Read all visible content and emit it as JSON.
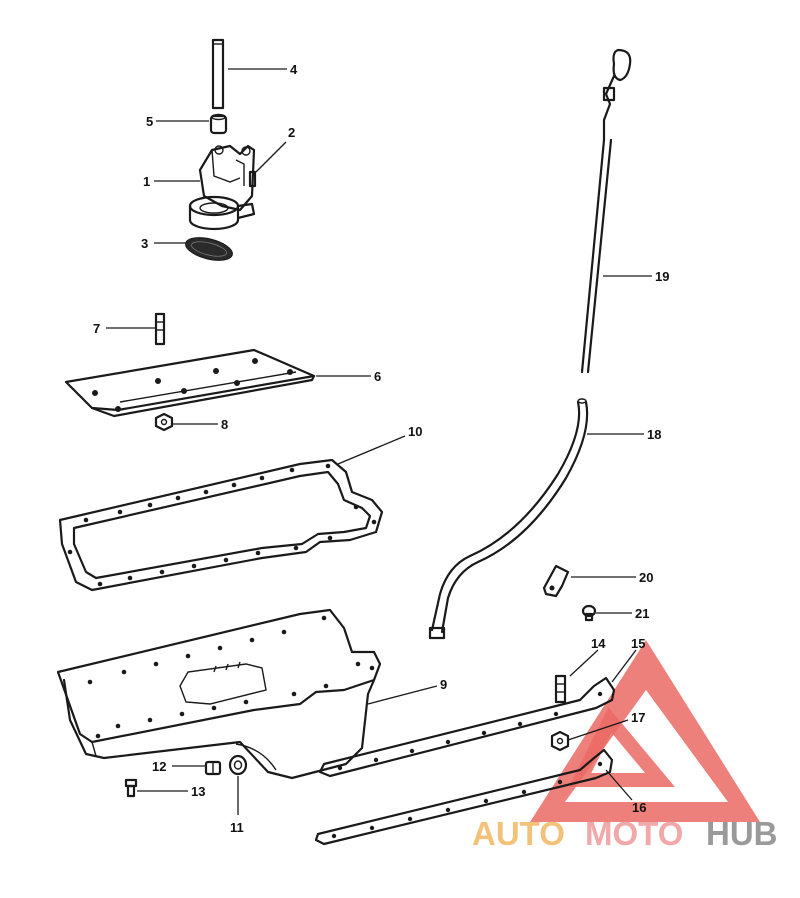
{
  "callouts": {
    "c1": "1",
    "c2": "2",
    "c3": "3",
    "c4": "4",
    "c5": "5",
    "c6": "6",
    "c7": "7",
    "c8": "8",
    "c9": "9",
    "c10": "10",
    "c11": "11",
    "c12": "12",
    "c13": "13",
    "c14": "14",
    "c15": "15",
    "c16": "16",
    "c17": "17",
    "c18": "18",
    "c19": "19",
    "c20": "20",
    "c21": "21"
  },
  "watermark": {
    "auto": "AUTO",
    "moto": "MOTO",
    "hub": "HUB"
  },
  "colors": {
    "watermark_triangle": "#e8504a",
    "watermark_auto": "#f3c27a",
    "watermark_moto": "#f0a8a8",
    "watermark_hub": "#9a9a9a"
  }
}
